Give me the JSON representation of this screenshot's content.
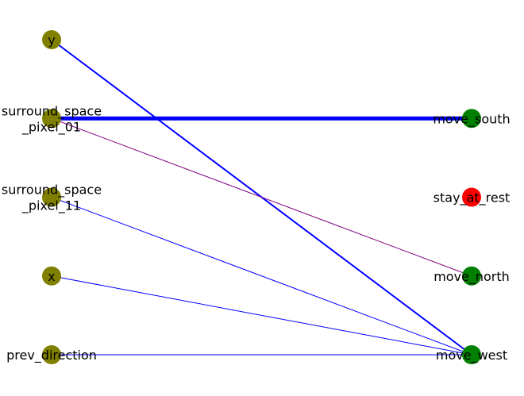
{
  "colors": {
    "source_node": "#808000",
    "target_node_active": "#008000",
    "target_node_inactive": "#ff0000",
    "edge_blue": "#0000ff",
    "edge_purple": "#800080"
  },
  "nodes": {
    "inputs": [
      {
        "id": "y",
        "lines": [
          "y"
        ]
      },
      {
        "id": "surround_space_pixel_01",
        "lines": [
          "surround_space",
          "_pixel_01"
        ]
      },
      {
        "id": "surround_space_pixel_11",
        "lines": [
          "surround_space",
          "_pixel_11"
        ]
      },
      {
        "id": "x",
        "lines": [
          "x"
        ]
      },
      {
        "id": "prev_direction",
        "lines": [
          "prev_direction"
        ]
      }
    ],
    "outputs": [
      {
        "id": "move_south",
        "lines": [
          "move_south"
        ],
        "state": "active"
      },
      {
        "id": "stay_at_rest",
        "lines": [
          "stay_at_rest"
        ],
        "state": "inactive"
      },
      {
        "id": "move_north",
        "lines": [
          "move_north"
        ],
        "state": "active"
      },
      {
        "id": "move_west",
        "lines": [
          "move_west"
        ],
        "state": "active"
      }
    ]
  },
  "edges": [
    {
      "from": "surround_space_pixel_01",
      "to": "move_south",
      "color": "#0000ff",
      "weight": 5
    },
    {
      "from": "y",
      "to": "move_west",
      "color": "#0000ff",
      "weight": 2
    },
    {
      "from": "surround_space_pixel_01",
      "to": "move_north",
      "color": "#800080",
      "weight": 1
    },
    {
      "from": "surround_space_pixel_11",
      "to": "move_west",
      "color": "#0000ff",
      "weight": 1
    },
    {
      "from": "x",
      "to": "move_west",
      "color": "#0000ff",
      "weight": 1
    },
    {
      "from": "prev_direction",
      "to": "move_west",
      "color": "#0000ff",
      "weight": 1
    }
  ]
}
